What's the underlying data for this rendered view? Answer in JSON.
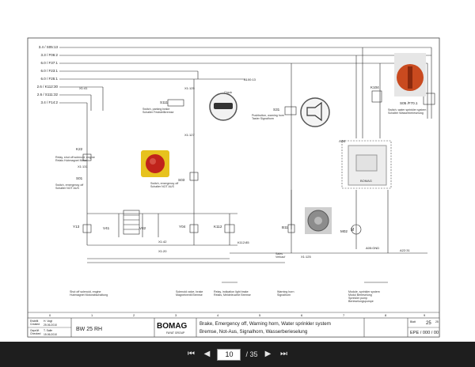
{
  "refs_left": [
    "3.4 / S05:13",
    "3.3 / F06:2",
    "6.0 / F37:1",
    "6.0 / F23:1",
    "6.0 / F25:1",
    "2.6 / K112:30",
    "2.6 / S111:32",
    "3.4 / F14:2"
  ],
  "labels": {
    "k22": "K22",
    "k22_desc": "Relay, shut off solenoid, engine\nRelais Hubmagnet Motor",
    "s01": "S01",
    "s01_desc": "Switch, emergency off\nSchalter NOT AUS",
    "s111": "S111",
    "s111_desc": "Switch, parking brake\nSchalter Feststellbremse",
    "s111_note": "Check",
    "s03": "S03",
    "s03_desc": "Switch, emergency off\nSchalter NOT AUS",
    "s31": "S31",
    "s31_desc": "Pushbutton, warning horn\nTaster Signalhorn",
    "k104": "K104",
    "s05": "S05 /F70.1",
    "s05_desc": "Switch, water sprinkler system\nSchalter Wasserberieselung",
    "a04": "A04",
    "b11": "B11",
    "m02": "M02",
    "y13": "Y13",
    "v41": "V41",
    "v42": "V42",
    "y04": "Y04",
    "k112": "K112",
    "a100": "A100:13",
    "x1_125": "X1:125",
    "x1_127": "X1:127",
    "x1_41": "X1:41",
    "x1_131": "X1:131",
    "x1_125b": "X1:125",
    "a22": "A22:31",
    "a05": "A05:GND",
    "k112_85": "K112:85",
    "x1_42": "X1:42",
    "x1_20": "X1:20",
    "sales": "Sales\nVerkauf",
    "cap_shutoff": "Shut off solenoid, engine\nHubmagnet Motorabschaltung",
    "cap_solenoid": "Solenoid valve, brake\nMagnetventil Bremse",
    "cap_relay": "Relay, indication light brake\nRelais, Meldeleuchte Bremse",
    "cap_horn": "Warning horn\nSignalhorn",
    "cap_module": "Module, sprinkler system\nModul Berieselung",
    "cap_pump": "Sprinkler pump\nBerieselungspumpe"
  },
  "title_block": {
    "created_label": "Erstellt\nCreated",
    "created_name": "H. Vogt",
    "created_date": "25.06.2010",
    "checked_label": "Geprüft\nChecked",
    "checked_name": "T. Saile",
    "checked_date": "15.06.2010",
    "model": "BW 25 RH",
    "brand": "BOMAG",
    "brand_sub": "FAYAT GROUP",
    "title_en": "Brake, Emergency off, Warning horn, Water sprinkler system",
    "title_de": "Bremse, Not-Aus, Signalhorn, Wasserberieselung",
    "sheet_label": "Blatt",
    "sheet": "25",
    "sheet_of_label": "von",
    "sheet_total": "25",
    "doc_no": "EPE / 000 / 00"
  },
  "grid_numbers": [
    "0",
    "1",
    "2",
    "3",
    "4",
    "5",
    "6",
    "7",
    "8",
    "9"
  ],
  "viewer": {
    "page_current": "10",
    "page_total": "/ 35"
  },
  "colors": {
    "line": "#2a2a2a",
    "emergency_red": "#c0231b",
    "emergency_yellow": "#e7c21e",
    "knob_red": "#c94a1f",
    "toolbar_bg": "#1e1e1e"
  }
}
